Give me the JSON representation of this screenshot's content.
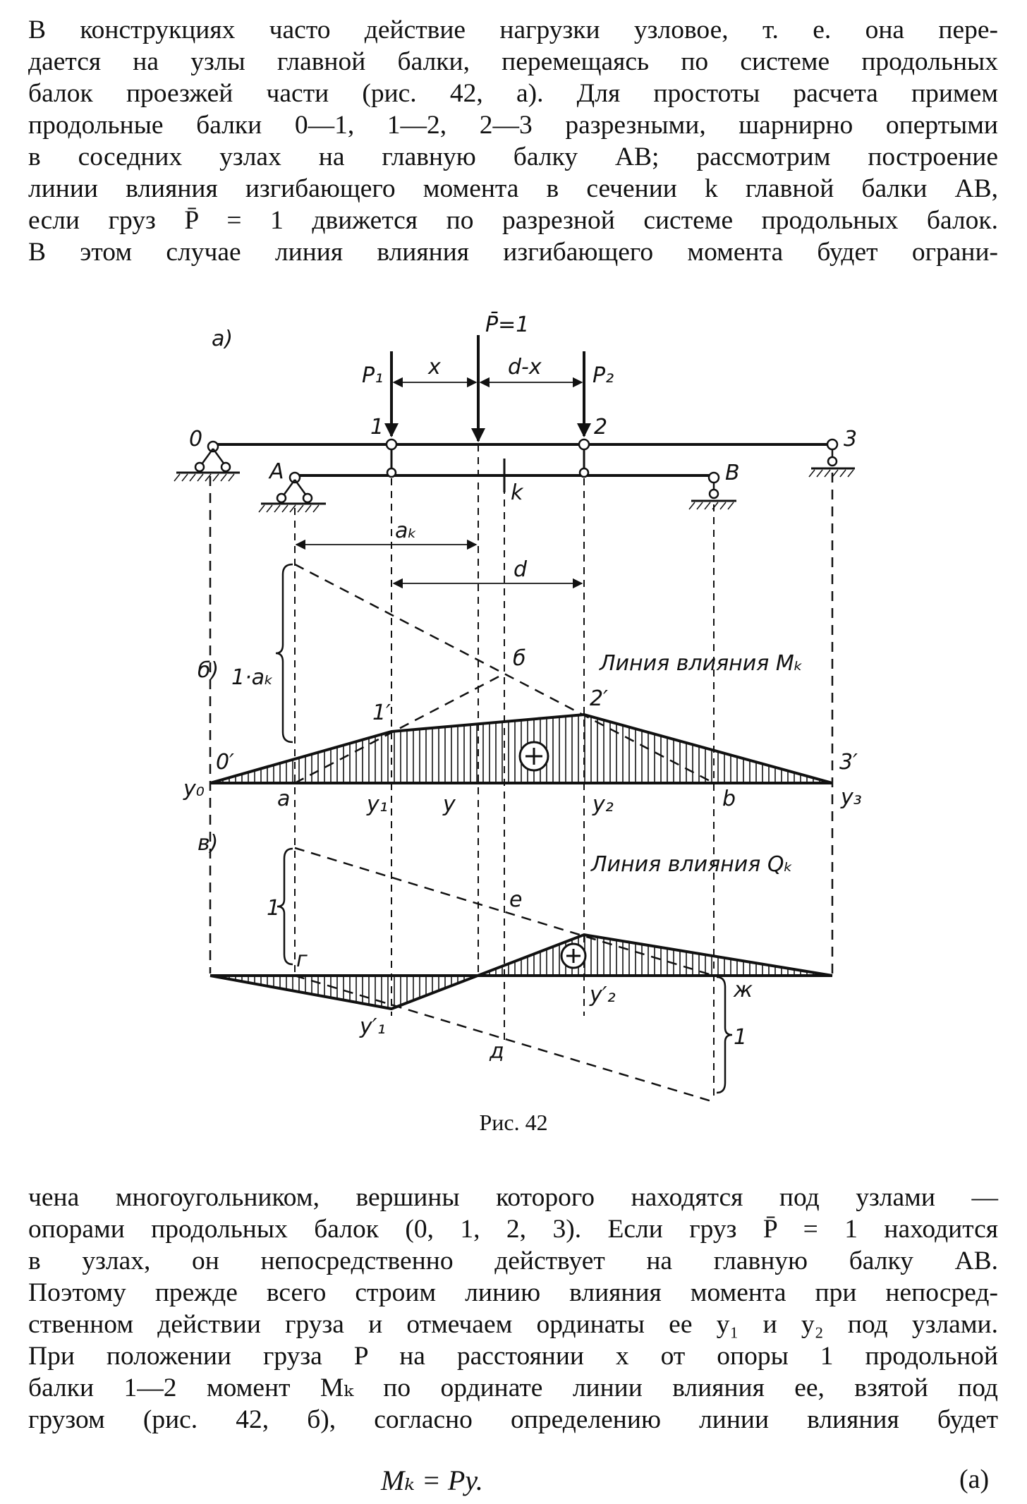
{
  "para1_lines": [
    "В конструкциях часто действие нагрузки узловое, т. е. она пере-",
    "дается на узлы главной балки, перемещаясь по системе продольных",
    "балок проезжей части (рис. 42, а). Для простоты расчета примем",
    "продольные балки 0—1, 1—2, 2—3 разрезными, шарнирно опертыми",
    "в соседних узлах на главную балку AB; рассмотрим построение",
    "линии влияния изгибающего момента в сечении k главной балки AB,",
    "если груз P̄ = 1 движется по разрезной системе продольных балок.",
    "В этом случае линия влияния изгибающего момента будет ограни-"
  ],
  "para2_lines": [
    "чена многоугольником, вершины которого находятся под узлами —",
    "опорами продольных балок (0, 1, 2, 3). Если груз P̄ = 1 находится",
    "в узлах, он непосредственно действует на главную балку AB.",
    "Поэтому прежде всего строим линию влияния момента при непосред-",
    "ственном действии груза и отмечаем ординаты ее y₁ и y₂ под узлами.",
    "При положении груза P на расстоянии x от опоры 1 продольной",
    "балки 1—2 момент Mₖ по ординате линии влияния ее, взятой под",
    "грузом (рис. 42, б), согласно определению линии влияния будет"
  ],
  "caption": "Рис. 42",
  "formula": "Mₖ = Py.",
  "formula_number": "(a)",
  "figure": {
    "part_labels": {
      "a": "а)",
      "b": "б)",
      "v": "в)"
    },
    "load_labels": {
      "P": "P̄=1",
      "P1": "P₁",
      "P2": "P₂",
      "x": "x",
      "d_minus_x": "d-x"
    },
    "node_labels": {
      "n0": "0",
      "n1": "1",
      "n2": "2",
      "n3": "3",
      "A": "A",
      "B": "B",
      "k": "k"
    },
    "dimension_labels": {
      "a_k": "aₖ",
      "d": "d",
      "one_ak": "1·aₖ",
      "one_left": "1",
      "one_right": "1"
    },
    "m_diagram": {
      "title": "Линия влияния Mₖ",
      "points": {
        "p0": "0′",
        "p1": "1′",
        "p2": "2′",
        "p3": "3′",
        "b_apex": "б",
        "a": "a",
        "b": "b"
      },
      "ordinates": {
        "y0": "y₀",
        "y1": "y₁",
        "y": "y",
        "y2": "y₂",
        "y3": "y₃"
      },
      "sign": "+"
    },
    "q_diagram": {
      "title": "Линия влияния Qₖ",
      "points": {
        "g": "г",
        "e": "е",
        "d": "д",
        "zh": "ж"
      },
      "ordinates": {
        "y1p": "y′₁",
        "y2p": "y′₂"
      },
      "sign": "+"
    }
  }
}
